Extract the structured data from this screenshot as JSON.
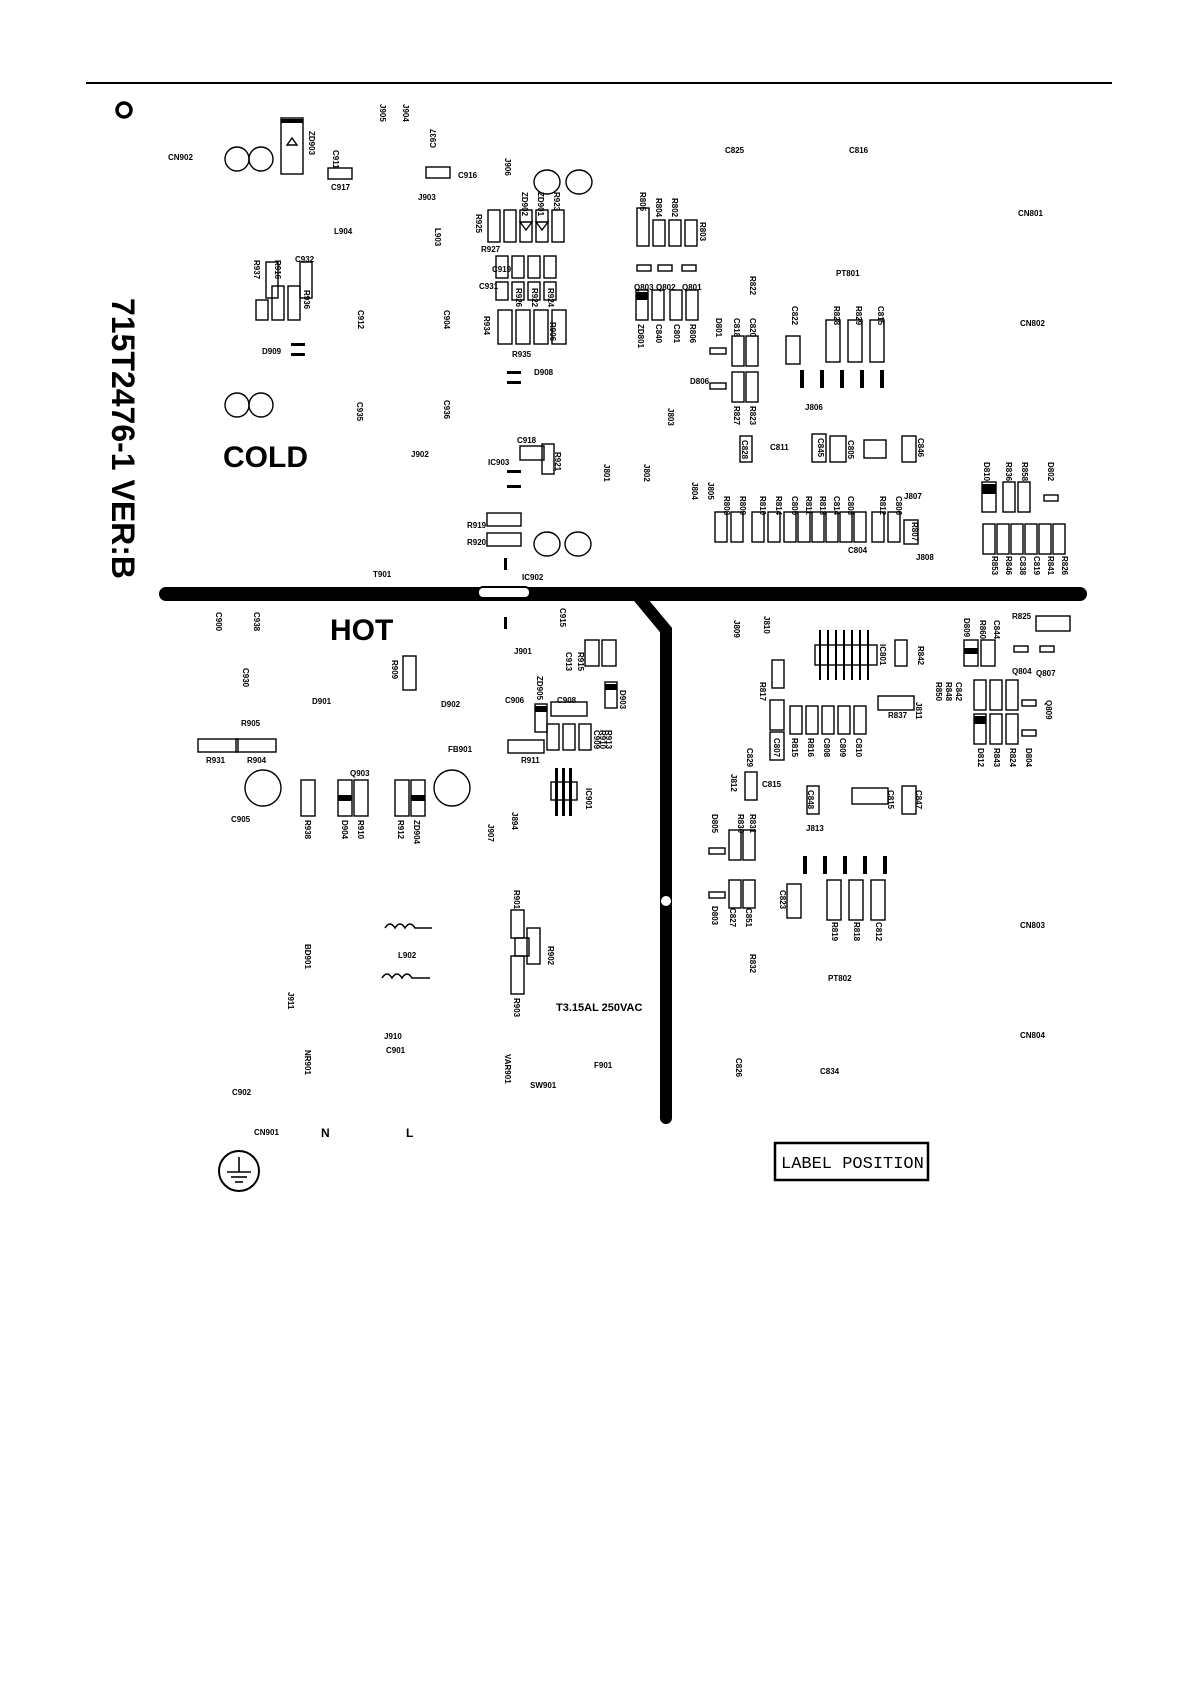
{
  "board": {
    "part_number": "715T2476-1 VER:B",
    "cold_label": "COLD",
    "hot_label": "HOT",
    "fuse_rating": "T3.15AL  250VAC",
    "label_position": "LABEL POSITION",
    "mains_n": "N",
    "mains_l": "L",
    "earth_symbol": "ground-icon"
  },
  "refs_top": [
    "CN902",
    "ZD903",
    "C911",
    "C917",
    "J905",
    "J904",
    "C937",
    "C916",
    "J903",
    "J906",
    "ZD902",
    "ZD901",
    "R923",
    "L904",
    "L903",
    "R925",
    "R927",
    "C919",
    "C931",
    "R926",
    "R922",
    "R924",
    "C932",
    "R937",
    "R916",
    "R936",
    "C912",
    "C904",
    "R934",
    "R935",
    "R906",
    "D909",
    "D908",
    "C935",
    "C936",
    "J902",
    "C918",
    "IC903",
    "R921",
    "R919",
    "R920",
    "T901",
    "IC902"
  ],
  "refs_top_right": [
    "C825",
    "C816",
    "R805",
    "R804",
    "R802",
    "R803",
    "CN801",
    "PT801",
    "R822",
    "Q803",
    "Q802",
    "Q801",
    "ZD801",
    "C840",
    "C801",
    "R806",
    "D801",
    "C818",
    "C820",
    "C822",
    "R828",
    "R829",
    "C815",
    "CN802",
    "D806",
    "R827",
    "R823",
    "J806",
    "J803",
    "C828",
    "C811",
    "C845",
    "C805",
    "C846",
    "J801",
    "J802",
    "J804",
    "J805",
    "R808",
    "R809",
    "R810",
    "R814",
    "C805",
    "R811",
    "R813",
    "C814",
    "C803",
    "R812",
    "C806",
    "R807",
    "J807",
    "J808",
    "C804",
    "D810",
    "R836",
    "R858",
    "D802",
    "R853",
    "R846",
    "C838",
    "C819",
    "R841",
    "R826"
  ],
  "refs_bottom": [
    "C900",
    "C938",
    "C930",
    "R909",
    "J901",
    "C913",
    "R915",
    "C915",
    "D901",
    "D902",
    "C906",
    "ZD905",
    "C908",
    "D903",
    "R905",
    "FB901",
    "R913",
    "R910",
    "C909",
    "R911",
    "R931",
    "R904",
    "Q903",
    "IC901",
    "C905",
    "R938",
    "D904",
    "R910",
    "R912",
    "ZD904",
    "J907",
    "J894",
    "R901",
    "R902",
    "R903",
    "L902",
    "BD901",
    "J911",
    "J910",
    "C901",
    "NR901",
    "VAR901",
    "F901",
    "SW901",
    "C902",
    "CN901"
  ],
  "refs_bottom_right": [
    "J809",
    "J810",
    "IC801",
    "R842",
    "R825",
    "D809",
    "R860",
    "C844",
    "Q804",
    "Q807",
    "R817",
    "C842",
    "R848",
    "R850",
    "Q809",
    "R837",
    "J811",
    "C807",
    "R815",
    "R816",
    "C808",
    "C809",
    "C810",
    "D812",
    "R843",
    "R824",
    "D804",
    "C829",
    "J812",
    "C815",
    "C848",
    "C815",
    "C847",
    "J813",
    "D805",
    "R830",
    "R831",
    "D803",
    "C827",
    "C851",
    "C823",
    "R819",
    "R818",
    "C812",
    "CN803",
    "R832",
    "PT802",
    "C826",
    "C834",
    "CN804"
  ]
}
